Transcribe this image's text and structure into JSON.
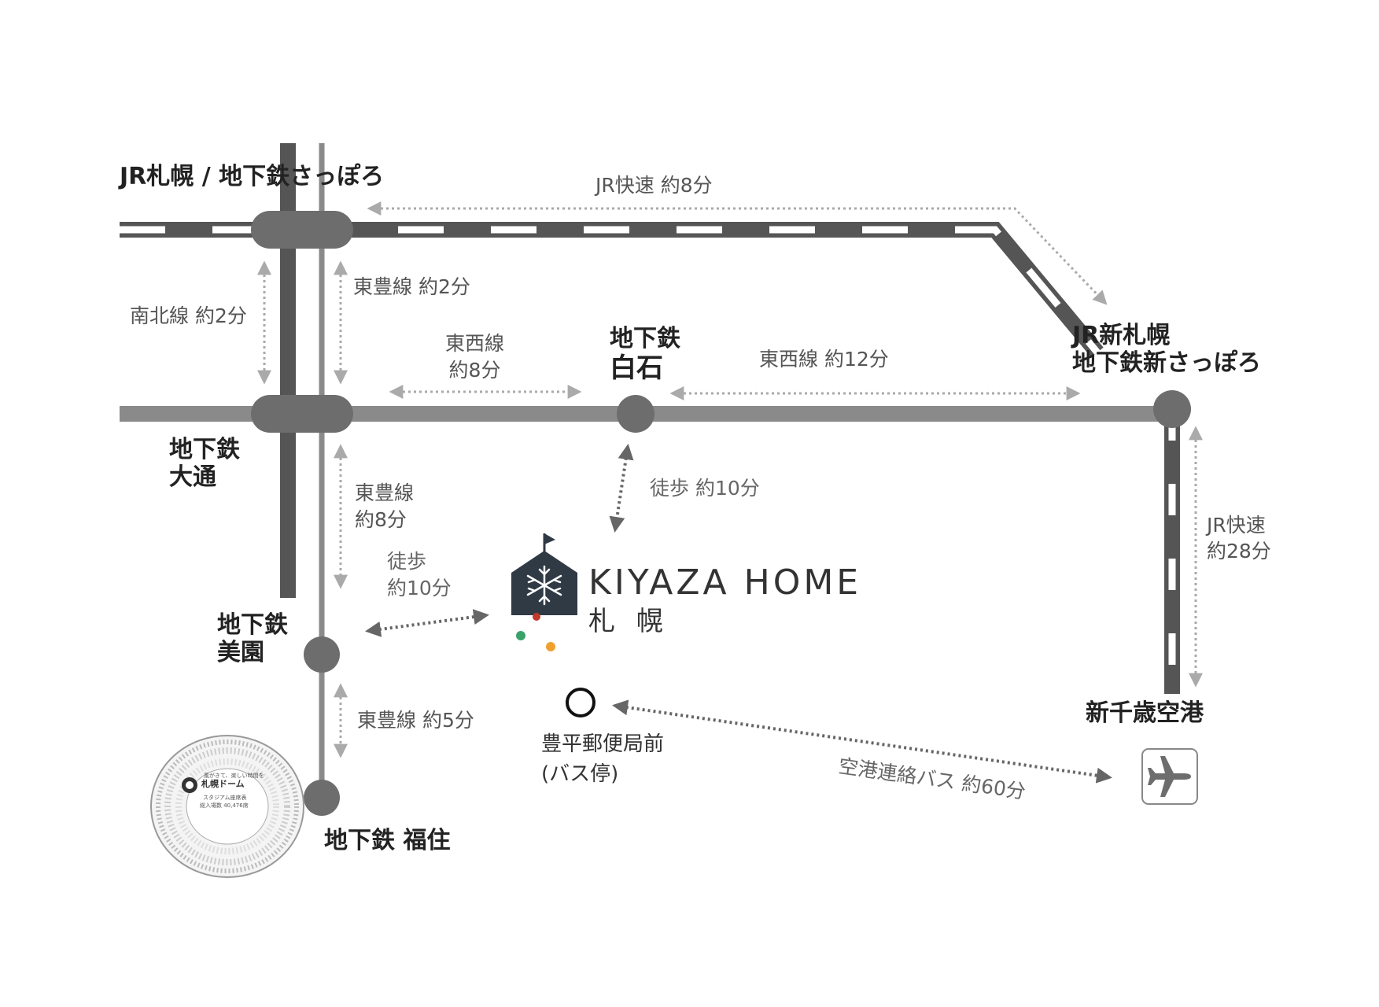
{
  "stations": {
    "jr_sapporo": "JR札幌 / 地下鉄さっぽろ",
    "odori_line1": "地下鉄",
    "odori_line2": "大通",
    "shiroishi_line1": "地下鉄",
    "shiroishi_line2": "白石",
    "shin_sapporo_line1": "JR新札幌",
    "shin_sapporo_line2": "地下鉄新さっぽろ",
    "misono_line1": "地下鉄",
    "misono_line2": "美園",
    "fukuzumi": "地下鉄 福住",
    "new_chitose": "新千歳空港"
  },
  "bus_stop": {
    "line1": "豊平郵便局前",
    "line2": "(バス停)"
  },
  "routes": {
    "jr_rapid_8": "JR快速 約8分",
    "toho_2": "東豊線 約2分",
    "nanboku_2": "南北線 約2分",
    "tozai_8_line1": "東西線",
    "tozai_8_line2": "約8分",
    "tozai_12": "東西線 約12分",
    "walk_shiroishi": "徒歩 約10分",
    "toho_8_line1": "東豊線",
    "toho_8_line2": "約8分",
    "walk_misono_line1": "徒歩",
    "walk_misono_line2": "約10分",
    "jr_rapid_28_line1": "JR快速",
    "jr_rapid_28_line2": "約28分",
    "toho_5": "東豊線 約5分",
    "airport_bus": "空港連絡バス 約60分"
  },
  "brand": {
    "name": "KIYAZA HOME",
    "city": "札 幌"
  },
  "dome": {
    "slogan": "風がきて、楽しい時間を",
    "name": "札幌ドーム",
    "sub": "スタジアム座席表",
    "capacity": "総入場数 40,476席"
  },
  "colors": {
    "line_dark": "#555555",
    "line_mid": "#8a8a8a",
    "arrow": "#aaaaaa",
    "logo_house": "#2f3a45",
    "dot_red": "#c0392b",
    "dot_green": "#3aa36b",
    "dot_orange": "#f0a030"
  },
  "icons": {
    "airport": "airplane-icon",
    "logo": "snowflake-house-icon",
    "bus_stop": "circle-bus-stop-icon"
  }
}
